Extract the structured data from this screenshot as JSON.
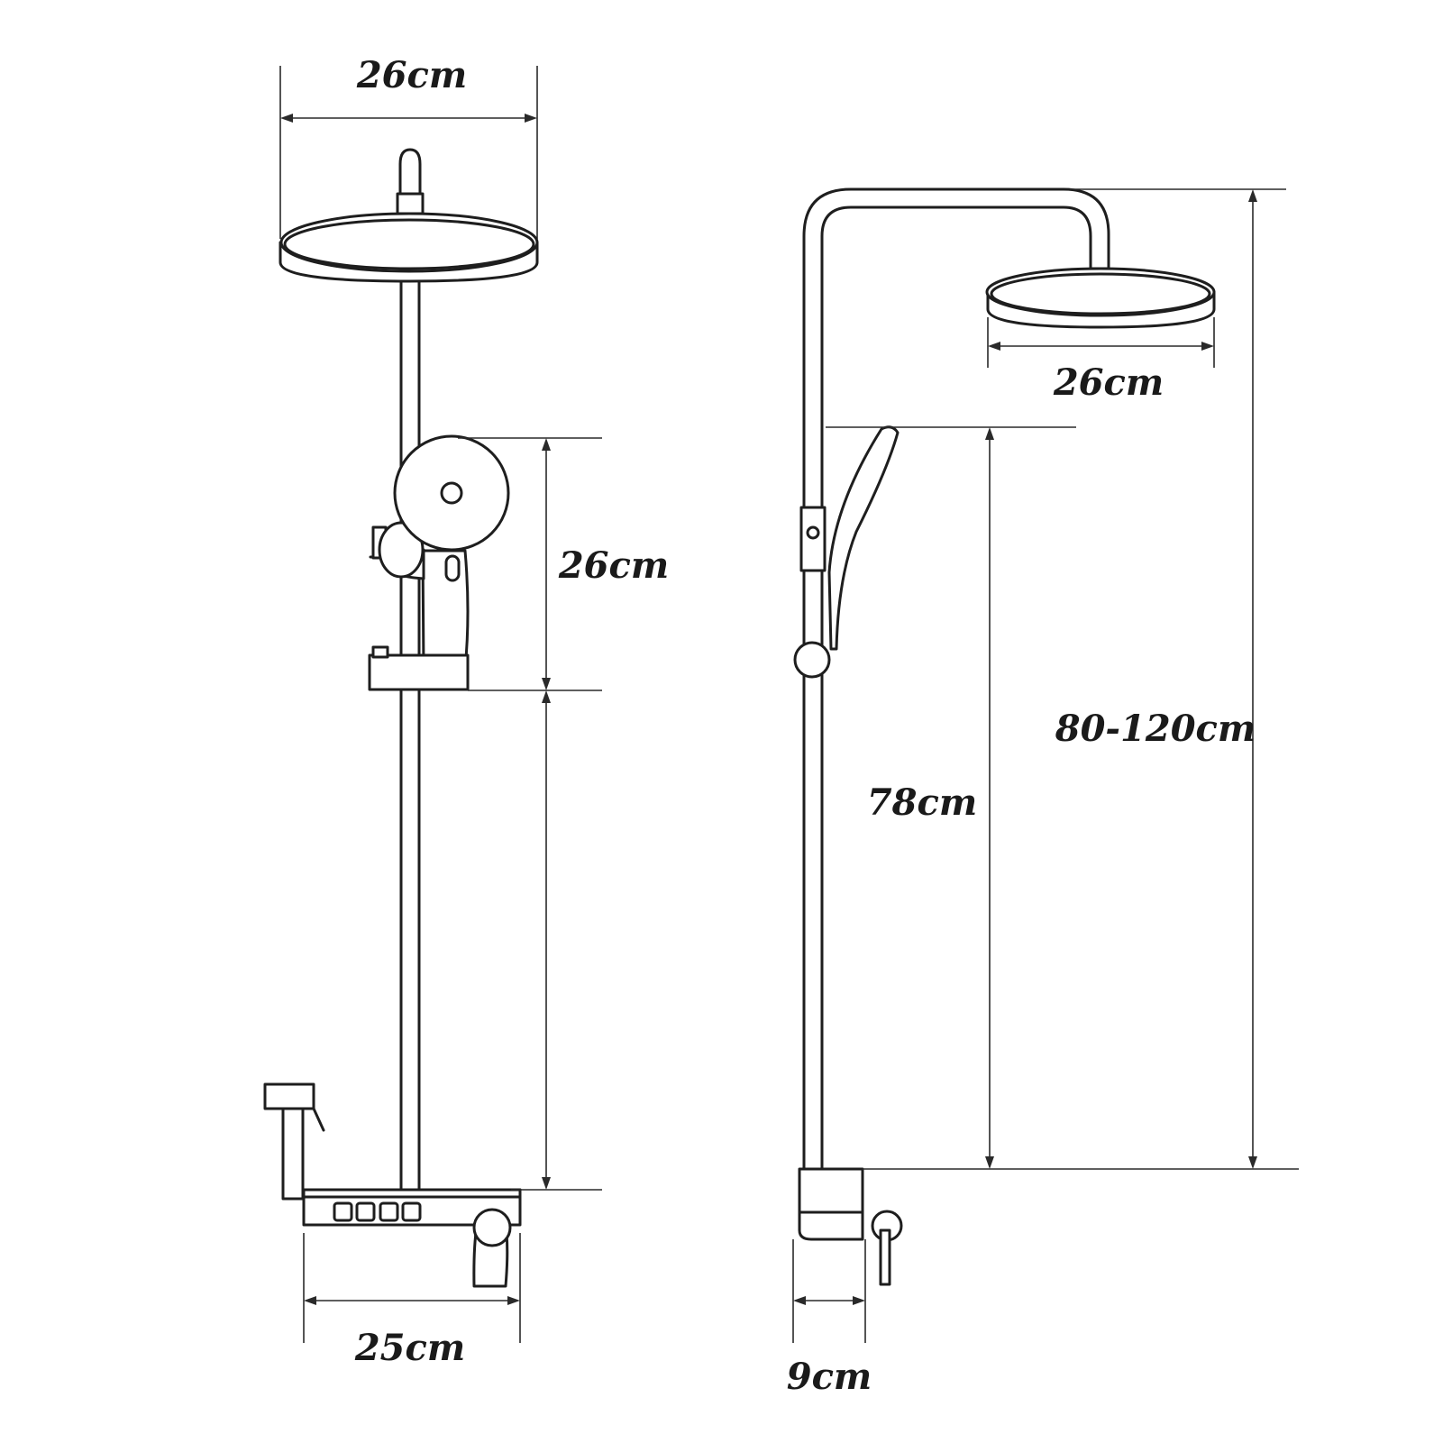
{
  "front_view": {
    "head_width": "26cm",
    "handshower_height": "26cm",
    "base_width": "25cm"
  },
  "side_view": {
    "head_diameter": "26cm",
    "handshower_span": "78cm",
    "total_height": "80-120cm",
    "mixer_depth": "9cm"
  }
}
